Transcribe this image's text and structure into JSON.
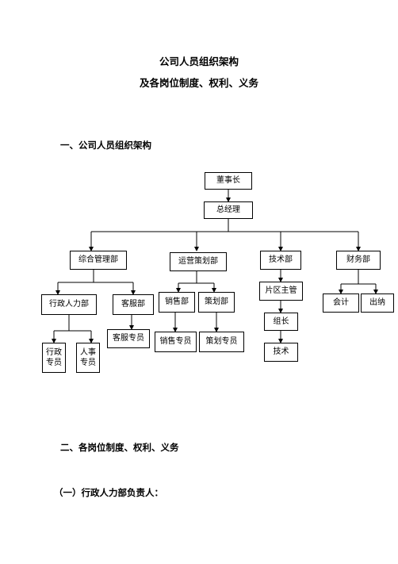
{
  "document": {
    "title_line1": "公司人员组织架构",
    "title_line2": "及各岗位制度、权利、义务",
    "section1": "一、公司人员组织架构",
    "section2": "二、各岗位制度、权利、义务",
    "subsection1": "（一）行政人力部负责人："
  },
  "org_chart": {
    "chairman": "董事长",
    "general_manager": "总经理",
    "dept_admin": "综合管理部",
    "dept_ops": "运营策划部",
    "dept_tech": "技术部",
    "dept_finance": "财务部",
    "admin_hr": "行政人力部",
    "customer_service": "客服部",
    "admin_staff": "行政专员",
    "hr_staff": "人事专员",
    "cs_staff": "客服专员",
    "sales_dept": "销售部",
    "planning_dept": "策划部",
    "sales_staff": "销售专员",
    "planning_staff": "策划专员",
    "area_supervisor": "片区主管",
    "team_leader": "组长",
    "technician": "技术",
    "accountant": "会计",
    "cashier": "出纳"
  }
}
